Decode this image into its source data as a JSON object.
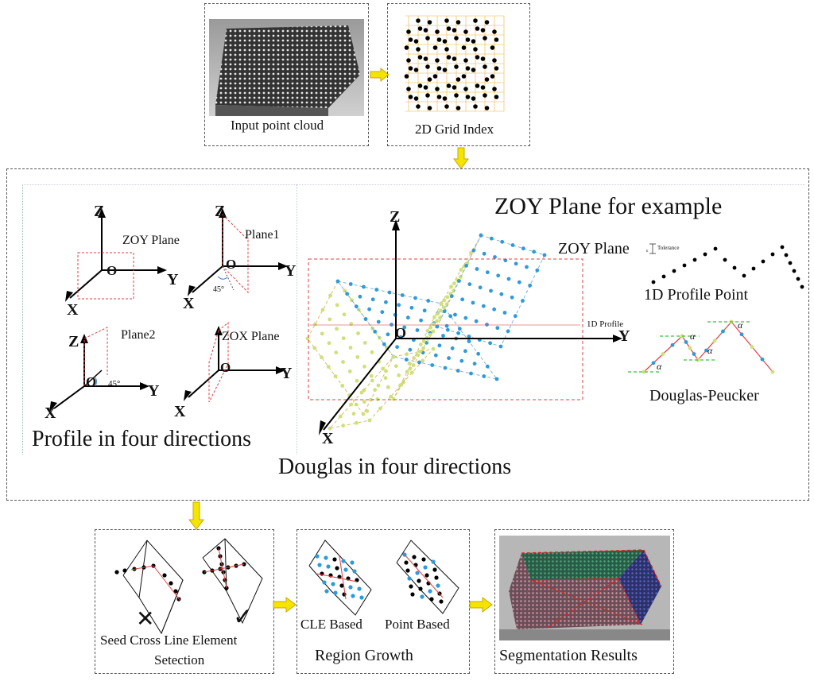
{
  "colors": {
    "arrow": "#f5e400",
    "arrow_edge": "#c9a800",
    "yellow_pts": "#cfe07a",
    "blue_pts": "#2f9ad8",
    "red_box": "#e04040",
    "green_dash": "#3bbf3b",
    "check": "#22aa44",
    "cross": "#e03030"
  },
  "top": {
    "input_caption": "Input point cloud",
    "grid_caption": "2D Grid Index"
  },
  "middle": {
    "left": {
      "caption": "Profile in four directions",
      "zoy": {
        "z": "Z",
        "o": "O",
        "y": "Y",
        "x": "X",
        "plane": "ZOY Plane"
      },
      "plane1": {
        "z": "Z",
        "o": "O",
        "y": "Y",
        "x": "X",
        "plane": "Plane1",
        "angle": "45°"
      },
      "plane2": {
        "z": "Z",
        "o": "O",
        "y": "Y",
        "x": "X",
        "plane": "Plane2",
        "angle": "45°"
      },
      "zox": {
        "o": "O",
        "y": "Y",
        "x": "X",
        "plane": "ZOX Plane"
      }
    },
    "right": {
      "title": "ZOY Plane for example",
      "axis_z": "Z",
      "axis_o": "O",
      "axis_y": "Y",
      "axis_x": "X",
      "zoy_plane": "ZOY Plane",
      "tolerance": "Tolerance",
      "profile_point": "1D Profile Point",
      "profile_1d": "1D Profile",
      "alpha": "α",
      "dp_caption": "Douglas-Peucker"
    },
    "caption": "Douglas in four directions"
  },
  "bottom": {
    "seed": {
      "line1": "Seed Cross Line Element",
      "line2": "Setection"
    },
    "growth": {
      "cle": "CLE Based",
      "point": "Point Based",
      "caption": "Region Growth"
    },
    "seg_caption": "Segmentation Results"
  }
}
